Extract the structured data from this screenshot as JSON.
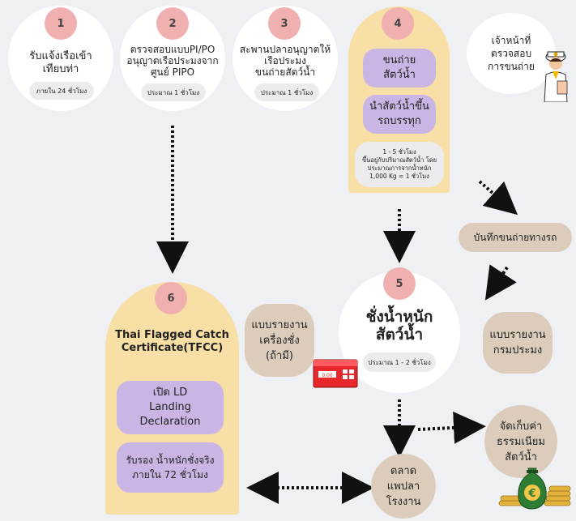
{
  "steps": [
    {
      "number": "1",
      "title": "รับแจ้งเรือเข้า\nเทียบท่า",
      "time": "ภายใน 24 ชั่วโมง"
    },
    {
      "number": "2",
      "title": "ตรวจสอบแบบPI/PO\nอนุญาตเรือประมงจาก\nศูนย์ PIPO",
      "time": "ประมาณ 1 ชั่วโมง"
    },
    {
      "number": "3",
      "title": "สะพานปลาอนุญาตให้\nเรือประมง\nขนถ่ายสัตว์น้ำ",
      "time": "ประมาณ 1 ชั่วโมง"
    },
    {
      "number": "4",
      "box1": "ขนถ่าย\nสัตว์น้ำ",
      "box2": "นำสัตว์น้ำขึ้น\nรถบรรทุก",
      "note": "1 - 5 ชั่วโมง\nขึ้นอยู่กับปริมาณสัตว์น้ำ โดย\nประมาณการจากน้ำหนัก\n1,000 Kg = 1 ชั่วโมง"
    },
    {
      "number": "5",
      "title": "ชั่งน้ำหนัก\nสัตว์น้ำ",
      "time": "ประมาณ 1 - 2 ชั่วโมง"
    },
    {
      "number": "6",
      "title": "Thai Flagged Catch\nCertificate(TFCC)",
      "box1": "เปิด LD\nLanding\nDeclaration",
      "box2": "รับรอง น้ำหนักชั่งจริง\nภายใน 72 ชั่วโมง"
    }
  ],
  "inspector": "เจ้าหน้าที่\nตรวจสอบ\nการขนถ่าย",
  "truck_record": "บันทึกขนถ่ายทางรถ",
  "scale_report": "แบบรายงาน\nเครื่องชั่ง\n(ถ้ามี)",
  "fisheries_report": "แบบรายงาน\nกรมประมง",
  "fees": "จัดเก็บค่า\nธรรมเนียม\nสัตว์น้ำ",
  "market": "ตลาด\nแพปลา\nโรงงาน",
  "scale_display": "0.00",
  "colors": {
    "badge": "#f1b0b0",
    "arch": "#f7dfa6",
    "purple": "#c9b6e4",
    "tan": "#dcccbb",
    "scale": "#e8272a",
    "money": "#2e7d32"
  }
}
